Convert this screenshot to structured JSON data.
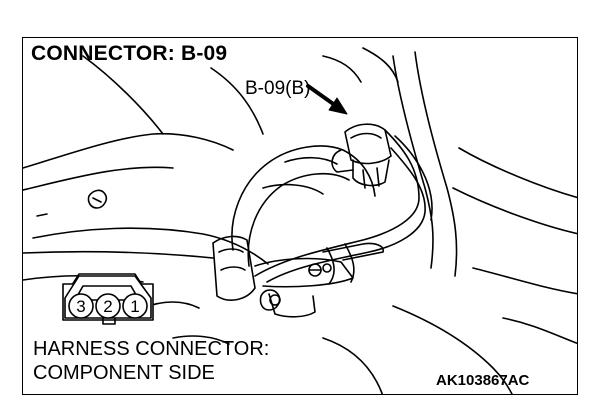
{
  "diagram": {
    "title": "CONNECTOR: B-09",
    "callout": "B-09(B)",
    "caption_line1": "HARNESS CONNECTOR:",
    "caption_line2": "COMPONENT SIDE",
    "code": "AK103867AC",
    "pins": [
      "3",
      "2",
      "1"
    ]
  }
}
